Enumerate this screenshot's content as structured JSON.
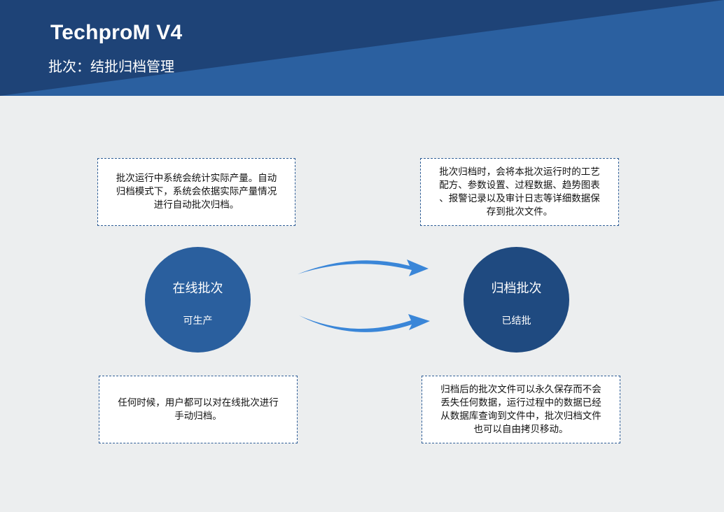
{
  "header": {
    "title": "TechproM V4",
    "subtitle": "批次：结批归档管理"
  },
  "nodes": {
    "online": {
      "title": "在线批次",
      "status": "可生产",
      "color": "#2a5f9e"
    },
    "archived": {
      "title": "归档批次",
      "status": "已结批",
      "color": "#1f4a80"
    }
  },
  "notes": {
    "top_left": [
      "批次运行中系统会统计实际产量。自动",
      "归档模式下，系统会依据实际产量情况",
      "进行自动批次归档。"
    ],
    "top_right": [
      "批次归档时，会将本批次运行时的工艺",
      "配方、参数设置、过程数据、趋势图表",
      "、报警记录以及审计日志等详细数据保",
      "存到批次文件。"
    ],
    "bottom_left": [
      "任何时候，用户都可以对在线批次进行",
      "手动归档。"
    ],
    "bottom_right": [
      "归档后的批次文件可以永久保存而不会",
      "丢失任何数据，运行过程中的数据已经",
      "从数据库查询到文件中，批次归档文件",
      "也可以自由拷贝移动。"
    ]
  },
  "colors": {
    "header_dark": "#1e4377",
    "header_light": "#2b60a0",
    "arrow": "#3a86d8"
  }
}
